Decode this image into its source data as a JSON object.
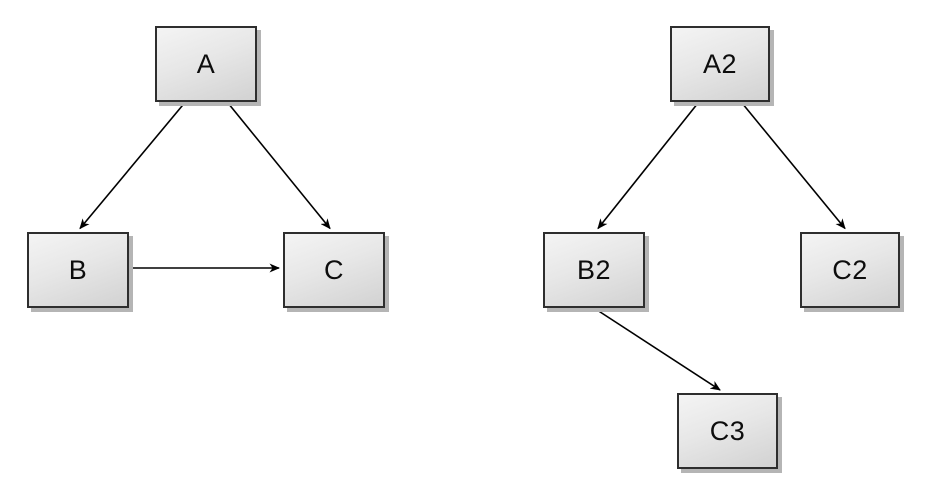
{
  "page": {
    "background_color": "#ffffff"
  },
  "style": {
    "node_border_color": "#2e2e2e",
    "node_fill_light": "#f4f4f4",
    "node_fill_dark": "#d2d2d2",
    "shadow_color": "#b5b5b5",
    "edge_color": "#000000",
    "text_color": "#0d0d0d"
  },
  "diagrams": [
    {
      "id": "left-graph",
      "nodes": [
        {
          "id": "A",
          "label": "A"
        },
        {
          "id": "B",
          "label": "B"
        },
        {
          "id": "C",
          "label": "C"
        }
      ],
      "edges": [
        {
          "from": "A",
          "to": "B"
        },
        {
          "from": "A",
          "to": "C"
        },
        {
          "from": "B",
          "to": "C"
        }
      ]
    },
    {
      "id": "right-graph",
      "nodes": [
        {
          "id": "A2",
          "label": "A2"
        },
        {
          "id": "B2",
          "label": "B2"
        },
        {
          "id": "C2",
          "label": "C2"
        },
        {
          "id": "C3",
          "label": "C3"
        }
      ],
      "edges": [
        {
          "from": "A2",
          "to": "B2"
        },
        {
          "from": "A2",
          "to": "C2"
        },
        {
          "from": "B2",
          "to": "C3"
        }
      ]
    }
  ]
}
